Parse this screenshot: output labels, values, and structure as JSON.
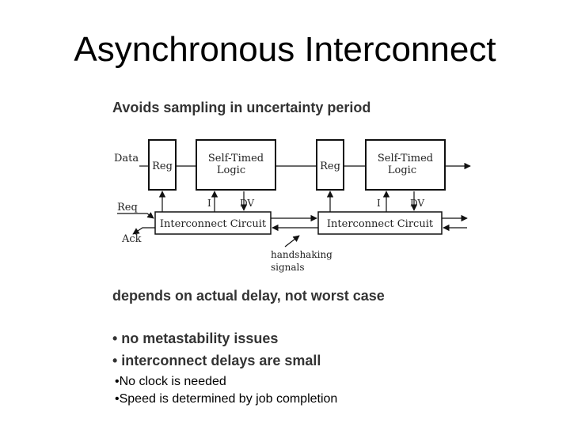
{
  "slide": {
    "title": "Asynchronous Interconnect",
    "bullets": [
      "•No clock is needed",
      "•Speed is determined by job completion"
    ]
  },
  "figure": {
    "heading": "Avoids sampling in uncertainty period",
    "diagram": {
      "signals": {
        "data": "Data",
        "req": "Req",
        "ack": "Ack"
      },
      "register_label": "Reg",
      "logic_line1": "Self-Timed",
      "logic_line2": "Logic",
      "input_label": "I",
      "done_label": "DV",
      "interconnect_label": "Interconnect Circuit",
      "annotation_line1": "handshaking",
      "annotation_line2": "signals"
    },
    "depends": "depends on actual delay, not worst case",
    "points": [
      "• no metastability issues",
      "• interconnect delays are small"
    ]
  }
}
